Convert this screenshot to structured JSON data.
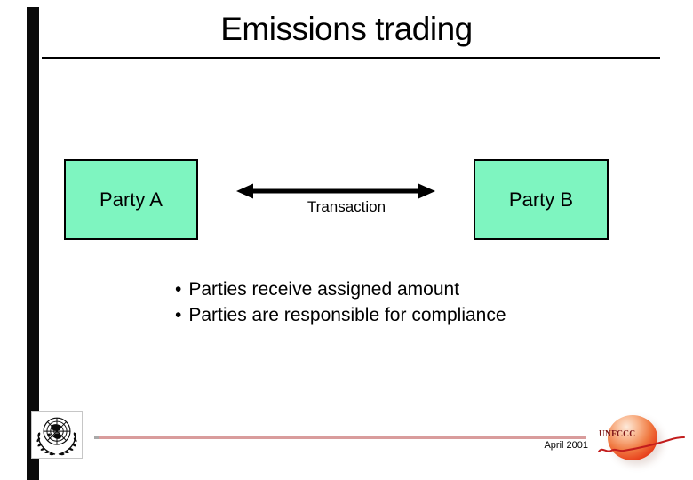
{
  "slide": {
    "title": "Emissions trading",
    "diagram": {
      "party_a": "Party A",
      "party_b": "Party B",
      "transaction_label": "Transaction"
    },
    "bullet_char": "•",
    "bullets": [
      "Parties receive assigned amount",
      "Parties are responsible for compliance"
    ],
    "footer": {
      "date": "April 2001",
      "unfccc_label": "UNFCCC"
    },
    "colors": {
      "box_fill": "#7ef5c0",
      "box_border": "#000000",
      "accent_line": "#d99c9c",
      "left_bar": "#0a0a0a",
      "unfccc_sphere": "#e8401c",
      "unfccc_text": "#7e1517"
    }
  }
}
